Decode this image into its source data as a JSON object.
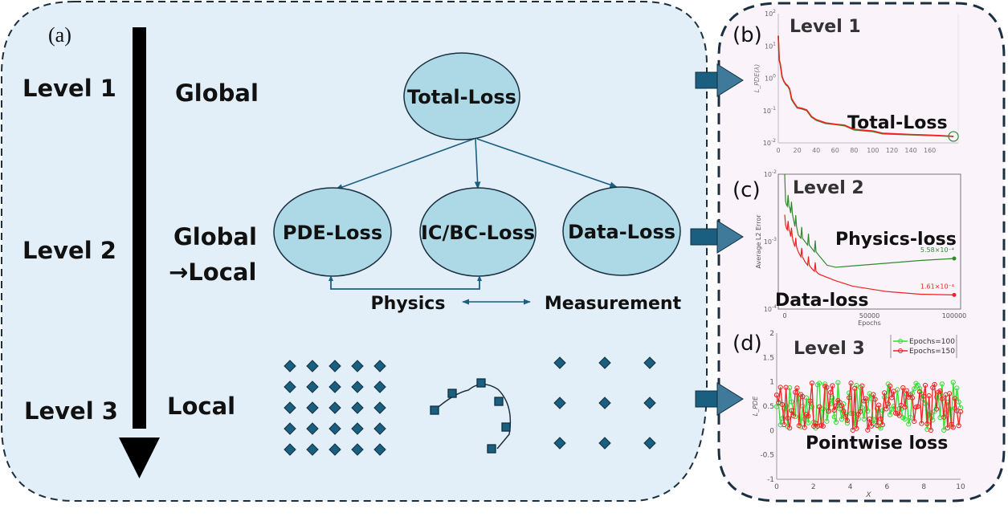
{
  "panel_a": {
    "label": "(a)",
    "levels": [
      "Level 1",
      "Level 2",
      "Level 3"
    ],
    "scopes": [
      "Global",
      "Global",
      "→Local",
      "Local"
    ],
    "nodes": {
      "total": "Total-Loss",
      "pde": "PDE-Loss",
      "icbc": "IC/BC-Loss",
      "data": "Data-Loss"
    },
    "relation": {
      "left": "Physics",
      "right": "Measurement"
    },
    "colors": {
      "panel_bg": "#e3eff8",
      "node_fill": "#add8e6",
      "accent": "#1b5f80",
      "border": "#1a2f3f"
    }
  },
  "panel_b": {
    "label": "(b)",
    "level": "Level 1",
    "annotation": "Total-Loss"
  },
  "panel_c": {
    "label": "(c)",
    "level": "Level 2",
    "annotation_physics": "Physics-loss",
    "annotation_data": "Data-loss"
  },
  "panel_d": {
    "label": "(d)",
    "level": "Level 3",
    "annotation": "Pointwise loss"
  },
  "chart_data": [
    {
      "id": "b",
      "type": "line",
      "title": "",
      "xlabel": "",
      "ylabel": "L_PDE(λ)",
      "yscale": "log",
      "xlim": [
        0,
        190
      ],
      "ylim_exp": [
        -2,
        2
      ],
      "xticks": [
        "0",
        "20",
        "40",
        "60",
        "80",
        "100",
        "120",
        "140",
        "160"
      ],
      "xtick_values": [
        0,
        20,
        40,
        60,
        80,
        100,
        120,
        140,
        160
      ],
      "yticks": [
        "10^-2",
        "10^-1",
        "10^0",
        "10^1",
        "10^2"
      ],
      "ytick_values": [
        -2,
        -1,
        0,
        1,
        2
      ],
      "series": [
        {
          "name": "green",
          "color": "#2ca02c",
          "x": [
            0,
            1,
            2,
            4,
            6,
            8,
            10,
            12,
            14,
            16,
            20,
            25,
            30,
            35,
            40,
            50,
            60,
            70,
            80,
            100,
            110,
            140,
            170,
            185
          ],
          "log10y": [
            1.3,
            0.55,
            0.45,
            0.05,
            -0.1,
            -0.2,
            -0.25,
            -0.35,
            -0.65,
            -0.75,
            -0.92,
            -0.95,
            -1.0,
            -1.2,
            -1.3,
            -1.4,
            -1.43,
            -1.47,
            -1.6,
            -1.65,
            -1.72,
            -1.75,
            -1.78,
            -1.8
          ]
        },
        {
          "name": "red",
          "color": "#ee2222",
          "x": [
            0,
            1,
            2,
            4,
            6,
            8,
            10,
            12,
            14,
            16,
            20,
            25,
            30,
            35,
            40,
            50,
            60,
            70,
            80,
            100,
            110,
            140,
            170,
            185
          ],
          "log10y": [
            1.32,
            0.57,
            0.46,
            0.05,
            -0.1,
            -0.18,
            -0.23,
            -0.33,
            -0.62,
            -0.73,
            -0.9,
            -0.93,
            -0.98,
            -1.18,
            -1.28,
            -1.38,
            -1.42,
            -1.45,
            -1.58,
            -1.63,
            -1.7,
            -1.74,
            -1.77,
            -1.8
          ]
        }
      ],
      "marker": {
        "x": 185,
        "log10y": -1.8,
        "shape": "circle",
        "color": "#2e8b2e"
      }
    },
    {
      "id": "c",
      "type": "line",
      "xlabel": "Epochs",
      "ylabel": "Average L2 Error",
      "yscale": "log",
      "xlim": [
        0,
        100000
      ],
      "ylim_exp": [
        -4,
        -2
      ],
      "xticks": [
        "0",
        "50000",
        "100000"
      ],
      "xtick_values": [
        0,
        50000,
        100000
      ],
      "yticks": [
        "10^-4",
        "10^-3",
        "10^-2"
      ],
      "ytick_values": [
        -4,
        -3,
        -2
      ],
      "series": [
        {
          "name": "Physics-loss",
          "color": "#2e8b2e",
          "x": [
            0,
            500,
            1000,
            3000,
            5000,
            8000,
            12000,
            16000,
            20000,
            25000,
            30000,
            40000,
            60000,
            80000,
            100000
          ],
          "log10y": [
            -2.0,
            -2.4,
            -2.45,
            -2.5,
            -2.65,
            -2.9,
            -3.0,
            -3.1,
            -3.2,
            -3.35,
            -3.38,
            -3.36,
            -3.32,
            -3.28,
            -3.25
          ],
          "end_label": "5.58×10⁻⁴"
        },
        {
          "name": "Data-loss",
          "color": "#ee2222",
          "x": [
            0,
            500,
            1000,
            3000,
            5000,
            8000,
            12000,
            16000,
            20000,
            30000,
            40000,
            60000,
            80000,
            100000
          ],
          "log10y": [
            -2.6,
            -2.75,
            -2.8,
            -2.85,
            -3.0,
            -3.15,
            -3.3,
            -3.4,
            -3.48,
            -3.58,
            -3.66,
            -3.74,
            -3.78,
            -3.79
          ],
          "end_label": "1.61×10⁻⁴"
        }
      ]
    },
    {
      "id": "d",
      "type": "line",
      "xlabel": "X",
      "ylabel": "L_PDE",
      "xlim": [
        0,
        10
      ],
      "ylim": [
        -1,
        2
      ],
      "xticks": [
        "0",
        "2",
        "4",
        "6",
        "8",
        "10"
      ],
      "xtick_values": [
        0,
        2,
        4,
        6,
        8,
        10
      ],
      "yticks": [
        "-1",
        "-0.5",
        "0",
        "0.5",
        "1",
        "1.5",
        "2"
      ],
      "ytick_values": [
        -1,
        -0.5,
        0,
        0.5,
        1,
        1.5,
        2
      ],
      "legend": {
        "position": "top-right",
        "entries": [
          "Epochs=100",
          "Epochs=150"
        ]
      },
      "series": [
        {
          "name": "Epochs=100",
          "color": "#33dd33",
          "n_points": 100,
          "seed": 7,
          "range": [
            0,
            1
          ]
        },
        {
          "name": "Epochs=150",
          "color": "#ee2222",
          "n_points": 100,
          "seed": 13,
          "range": [
            0,
            1
          ]
        }
      ]
    }
  ]
}
